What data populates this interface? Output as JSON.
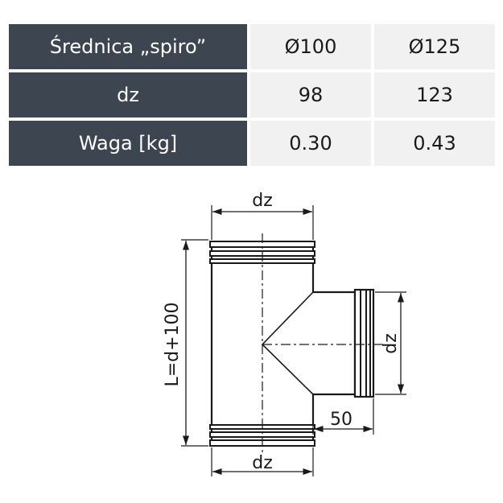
{
  "table": {
    "rows": [
      {
        "label": "Średnica „spiro”",
        "values": [
          "Ø100",
          "Ø125"
        ]
      },
      {
        "label": "dz",
        "values": [
          "98",
          "123"
        ]
      },
      {
        "label": "Waga [kg]",
        "values": [
          "0.30",
          "0.43"
        ]
      }
    ]
  },
  "drawing": {
    "dim_top": "dz",
    "dim_bottom": "dz",
    "dim_side": "dz",
    "dim_length": "L=d+100",
    "dim_branch": "50"
  }
}
